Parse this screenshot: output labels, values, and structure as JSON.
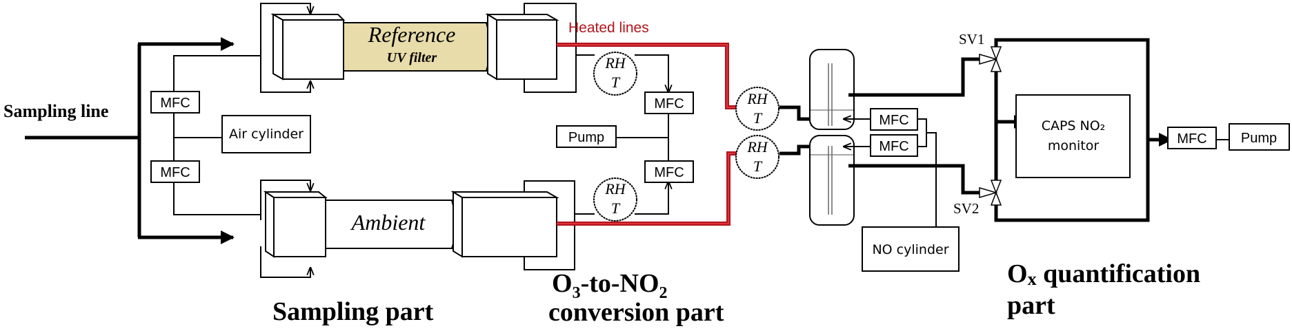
{
  "labels": {
    "sampling_line": "Sampling line",
    "heated_lines": "Heated lines",
    "reference_title": "Reference",
    "reference_sub": "UV filter",
    "ambient": "Ambient",
    "sv1": "SV1",
    "sv2": "SV2"
  },
  "components": {
    "mfc": "MFC",
    "air_cylinder": "Air cylinder",
    "pump": "Pump",
    "no_cylinder": "NO cylinder",
    "caps_line1": "CAPS NO₂",
    "caps_line2": "monitor",
    "rh": "RH",
    "t": "T"
  },
  "sections": {
    "sampling": "Sampling part",
    "conversion_line1_a": "O",
    "conversion_line1_sub": "3",
    "conversion_line1_b": "-to-NO",
    "conversion_line1_sub2": "2",
    "conversion_line2": "conversion part",
    "quant_line1_a": "O",
    "quant_line1_sub": "x",
    "quant_line1_b": " quantification",
    "quant_line2": "part"
  },
  "colors": {
    "heated": "#b0141c",
    "filter_fill": "#e8dcaa",
    "line": "#000000"
  }
}
